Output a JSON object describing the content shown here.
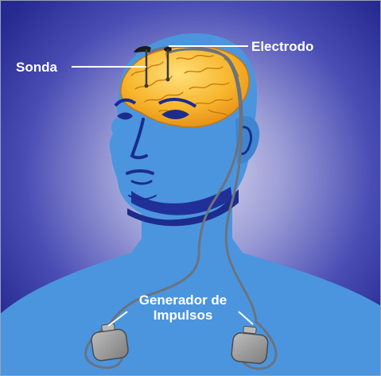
{
  "labels": {
    "probe": "Sonda",
    "electrode": "Electrodo",
    "generator_line1": "Generador de",
    "generator_line2": "Impulsos"
  },
  "colors": {
    "background_glow": "#c8c8e6",
    "background_edge": "#2c2f9c",
    "skin": "#4b95de",
    "skin_shadow": "#1c2c8c",
    "brain": "#f6b22a",
    "brain_outline": "#c8760c",
    "lead_wire": "#6b7280",
    "generator_body": "#9a9a9a",
    "label_text": "#ffffff"
  }
}
